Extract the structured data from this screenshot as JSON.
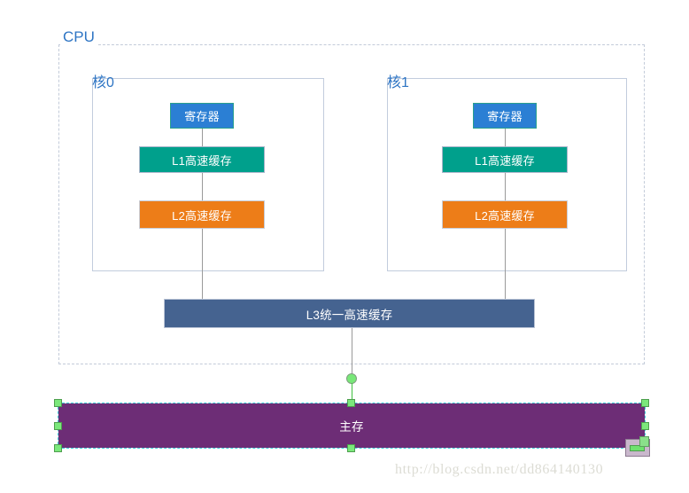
{
  "diagram": {
    "title": "CPU",
    "cpu_label": "CPU",
    "cores": [
      {
        "label": "核0",
        "nodes": [
          {
            "name": "register",
            "label": "寄存器",
            "color": "#2b7fd4"
          },
          {
            "name": "l1-cache",
            "label": "L1高速缓存",
            "color": "#00a08c"
          },
          {
            "name": "l2-cache",
            "label": "L2高速缓存",
            "color": "#ed7d18"
          }
        ]
      },
      {
        "label": "核1",
        "nodes": [
          {
            "name": "register",
            "label": "寄存器",
            "color": "#2b7fd4"
          },
          {
            "name": "l1-cache",
            "label": "L1高速缓存",
            "color": "#00a08c"
          },
          {
            "name": "l2-cache",
            "label": "L2高速缓存",
            "color": "#ed7d18"
          }
        ]
      }
    ],
    "shared": {
      "l3_label": "L3统一高速缓存",
      "l3_color": "#456390",
      "memory_label": "主存",
      "memory_color": "#6d2d76"
    },
    "selection": {
      "selected_shape": "主存",
      "handle_color": "#7be87b",
      "outline_color": "#3fd0d8",
      "connector_color": "#3fbf3f"
    },
    "label_color": "#2e75c4",
    "connector_color": "#9a9a9a"
  },
  "watermark": {
    "text": "http://blog.csdn.net/dd864140130"
  }
}
